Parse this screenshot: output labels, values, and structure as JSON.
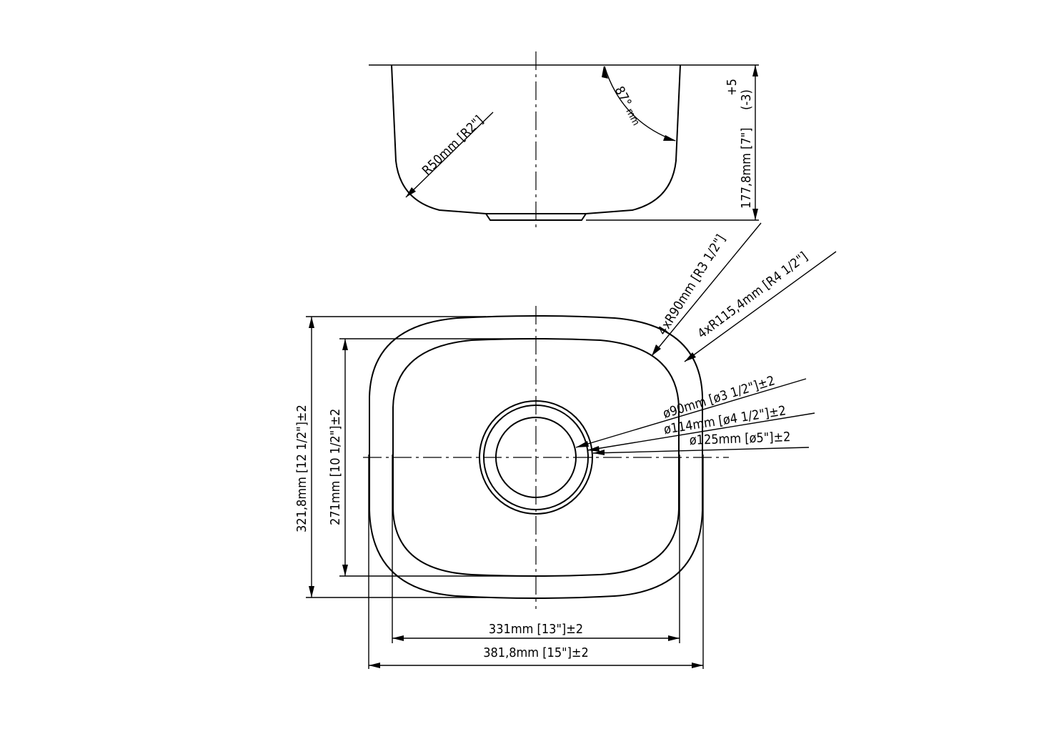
{
  "side_view": {
    "radius_label": "R50mm [R2\"]",
    "angle_label": "87°",
    "angle_unit": "mm",
    "depth_label": "177,8mm [7\"]",
    "depth_tolerance": "(-3)",
    "depth_tolerance_plus": "+5"
  },
  "top_view": {
    "inner_corner_radius_label": "4xR90mm [R3 1/2\"]",
    "outer_corner_radius_label": "4xR115,4mm [R4 1/2\"]",
    "drain_d1_label": "ø90mm [ø3 1/2\"]±2",
    "drain_d2_label": "ø114mm [ø4 1/2\"]±2",
    "drain_d3_label": "ø125mm [ø5\"]±2",
    "outer_height_label": "321,8mm [12 1/2\"]±2",
    "inner_height_label": "271mm [10 1/2\"]±2",
    "inner_width_label": "331mm [13\"]±2",
    "outer_width_label": "381,8mm [15\"]±2"
  }
}
